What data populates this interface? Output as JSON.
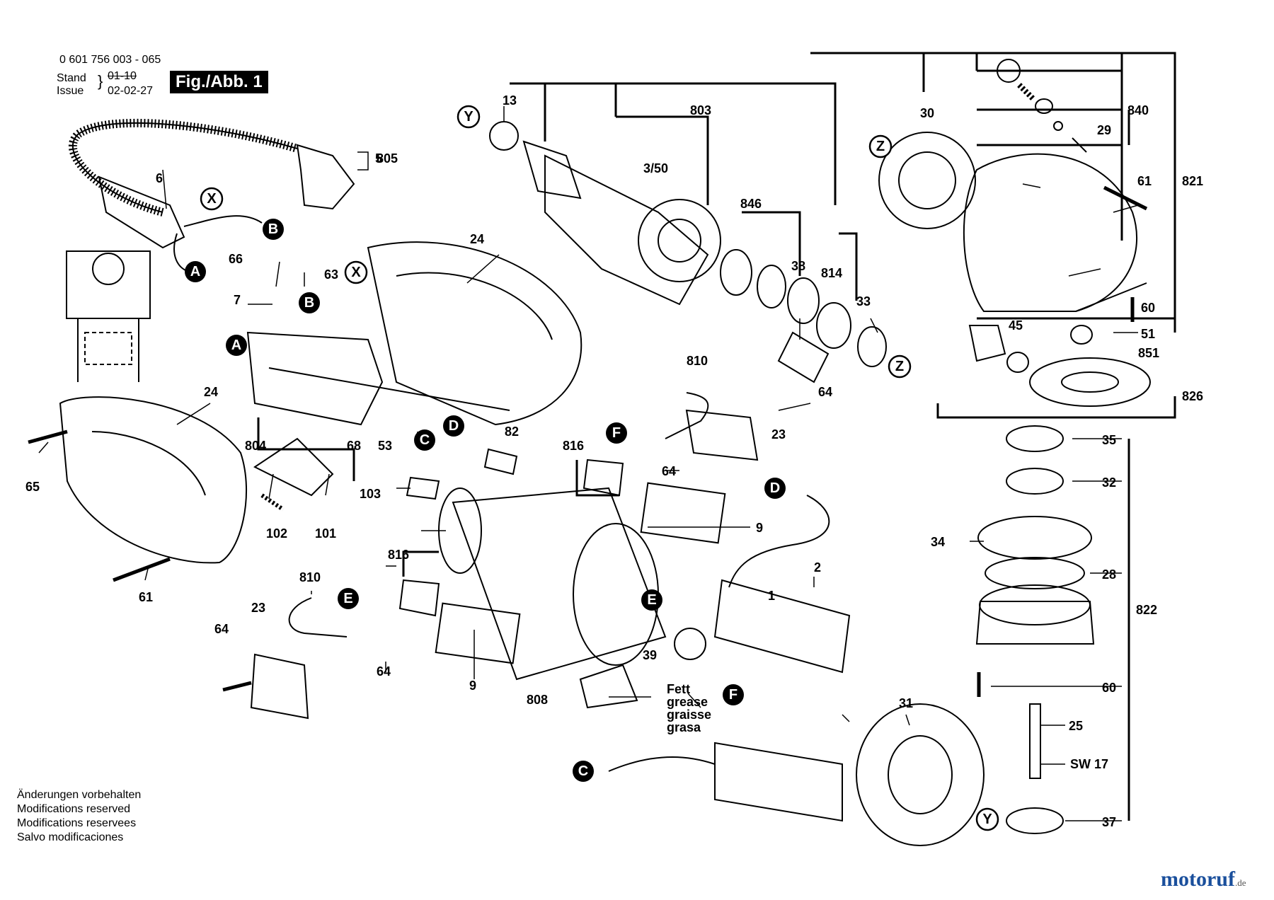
{
  "header": {
    "part_number": "0 601 756 003 - 065",
    "stand_label": "Stand",
    "issue_label": "Issue",
    "stand_value": "01-10",
    "issue_value": "02-02-27",
    "figure": "Fig./Abb. 1"
  },
  "footer": {
    "lines": [
      "Änderungen vorbehalten",
      "Modifications reserved",
      "Modifications reservees",
      "Salvo modificaciones"
    ]
  },
  "grease_note": [
    "Fett",
    "grease",
    "graisse",
    "grasa"
  ],
  "watermark": {
    "brand": "motoruf",
    "domain": ".de"
  },
  "parts": [
    "1",
    "2",
    "3/50",
    "5",
    "6",
    "7",
    "9",
    "9",
    "13",
    "23",
    "23",
    "24",
    "24",
    "25",
    "28",
    "29",
    "30",
    "31",
    "32",
    "33",
    "34",
    "35",
    "37",
    "38",
    "39",
    "45",
    "51",
    "53",
    "60",
    "60",
    "61",
    "61",
    "63",
    "64",
    "64",
    "64",
    "64",
    "65",
    "66",
    "68",
    "82",
    "101",
    "102",
    "103",
    "803",
    "804",
    "805",
    "808",
    "810",
    "810",
    "814",
    "816",
    "816",
    "821",
    "822",
    "826",
    "840",
    "846",
    "851"
  ],
  "connectors": {
    "solid": [
      "A",
      "A",
      "B",
      "B",
      "C",
      "C",
      "D",
      "D",
      "E",
      "E",
      "F",
      "F"
    ],
    "outline": [
      "X",
      "X",
      "Y",
      "Y",
      "Z",
      "Z"
    ]
  },
  "tool_size": "SW 17",
  "colors": {
    "ink": "#000000",
    "background": "#ffffff",
    "watermark_blue": "#1a4f9c",
    "watermark_orange": "#f07c00"
  }
}
